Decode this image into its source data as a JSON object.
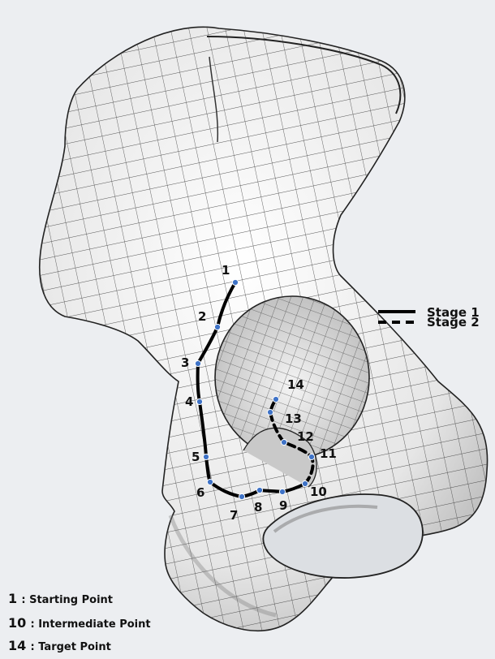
{
  "legend": {
    "stage1": "Stage 1",
    "stage2": "Stage 2"
  },
  "points": [
    {
      "label": "1"
    },
    {
      "label": "2"
    },
    {
      "label": "3"
    },
    {
      "label": "4"
    },
    {
      "label": "5"
    },
    {
      "label": "6"
    },
    {
      "label": "7"
    },
    {
      "label": "8"
    },
    {
      "label": "9"
    },
    {
      "label": "10"
    },
    {
      "label": "11"
    },
    {
      "label": "12"
    },
    {
      "label": "13"
    },
    {
      "label": "14"
    }
  ],
  "key": [
    {
      "num": "1",
      "text": ": Starting Point"
    },
    {
      "num": "10",
      "text": ": Intermediate Point"
    },
    {
      "num": "14",
      "text": ": Target Point"
    }
  ],
  "colors": {
    "background": "#eceef1",
    "bone": "#f2f2f2",
    "mesh": "#333333",
    "path": "#000000",
    "node": "#3f73c7"
  }
}
